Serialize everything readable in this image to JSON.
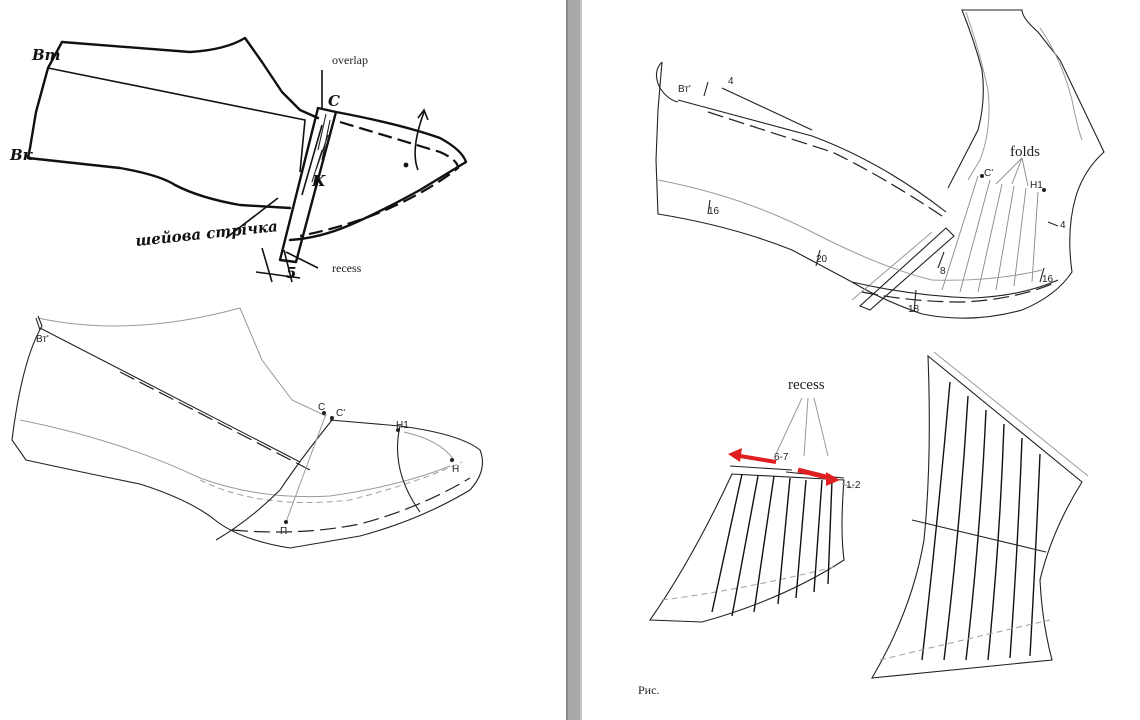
{
  "left_page": {
    "figure_top": {
      "label_bt": "Вт",
      "label_bk": "Вк",
      "label_c": "С",
      "label_k": "К",
      "label_5": "5",
      "label_seam": "шейова стрічка",
      "note_overlap": "overlap",
      "note_recess": "recess"
    },
    "figure_bottom": {
      "label_bt": "Вт'",
      "label_c": "С",
      "label_c_prime": "С'",
      "label_h1": "Н1",
      "label_h": "Н",
      "label_p": "П"
    }
  },
  "right_page": {
    "figure_top": {
      "label_bt": "Вт'",
      "label_c_prime": "С'",
      "label_h1": "Н1",
      "note_folds": "folds",
      "dims": [
        "4",
        "16",
        "20",
        "8",
        "18",
        "16",
        "4"
      ]
    },
    "figure_bottom": {
      "note_recess": "recess",
      "dim_left": "6-7",
      "dim_right": "1-2",
      "arrow_color": "#e02020"
    },
    "caption": "Рис."
  }
}
